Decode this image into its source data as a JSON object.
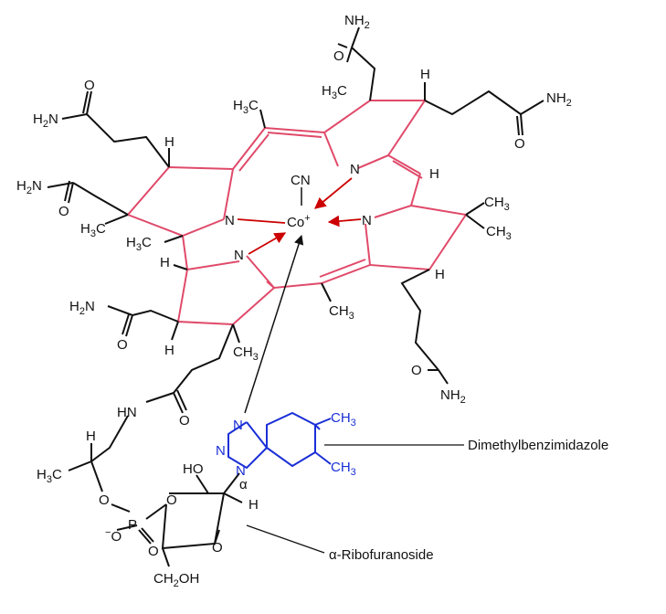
{
  "diagram": {
    "labels": {
      "dimethylbenzimidazole": "Dimethylbenzimidazole",
      "ribofuranoside": "α-Ribofuranoside"
    },
    "cobalt": {
      "symbol": "Co",
      "charge": "+",
      "ligand": "CN"
    },
    "groups": {
      "nh2": "NH",
      "h2n": "H",
      "n2": "2",
      "ch": "CH",
      "three": "3",
      "h3": "H",
      "c": "C",
      "n": "N",
      "h": "H",
      "o": "O",
      "hn": "HN",
      "ho": "HO",
      "p": "P",
      "alpha": "α",
      "ominus": "O",
      "minus": "−",
      "ch2oh_ch": "CH",
      "ch2oh_oh": "OH"
    },
    "colors": {
      "corrin": "#e04a6a",
      "benzimidazole": "#1a2fd6",
      "arrows": "#cc0000",
      "ink": "#111111"
    }
  }
}
